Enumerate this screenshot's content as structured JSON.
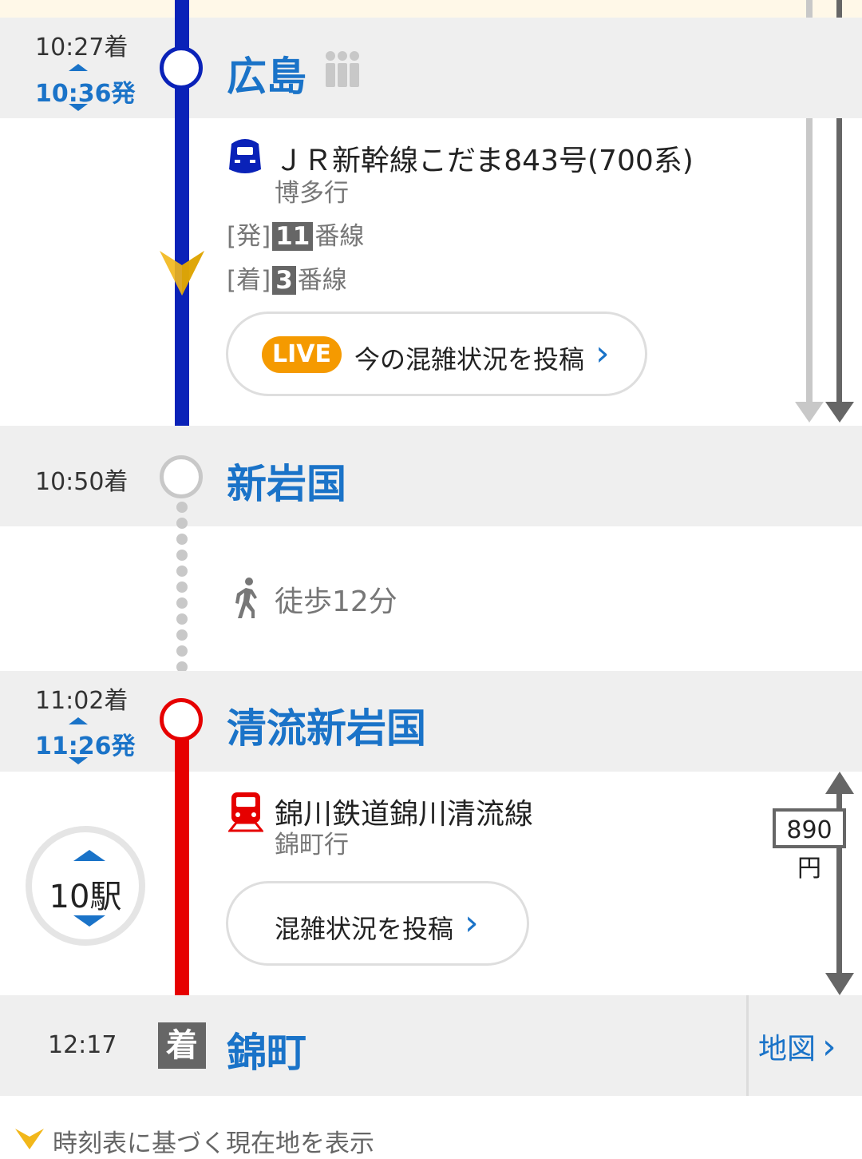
{
  "colors": {
    "accent_blue": "#1a73c8",
    "shinkansen_line": "#0a22b8",
    "local_line": "#e60000",
    "live_badge": "#f59a00"
  },
  "stops": [
    {
      "name": "広島",
      "arrive": "10:27着",
      "depart": "10:36発"
    },
    {
      "name": "新岩国",
      "arrive": "10:50着"
    },
    {
      "name": "清流新岩国",
      "arrive": "11:02着",
      "depart": "11:26発"
    },
    {
      "name": "錦町",
      "arrive": "12:17",
      "arrive_badge": "着"
    }
  ],
  "segment1": {
    "line_name": "ＪＲ新幹線こだま843号(700系)",
    "destination": "博多行",
    "depart_track_label": "[発]",
    "depart_track_num": "11",
    "arrive_track_label": "[着]",
    "arrive_track_num": "3",
    "track_suffix": "番線",
    "live_badge": "LIVE",
    "post_label": "今の混雑状況を投稿",
    "icon": "shinkansen-icon"
  },
  "walk": {
    "label": "徒歩12分",
    "icon": "walking-person-icon"
  },
  "segment2": {
    "line_name": "錦川鉄道錦川清流線",
    "destination": "錦町行",
    "stations_count": "10駅",
    "fare": "890円",
    "post_label": "混雑状況を投稿",
    "icon": "train-icon"
  },
  "map_link": "地図",
  "footer_note": "時刻表に基づく現在地を表示"
}
